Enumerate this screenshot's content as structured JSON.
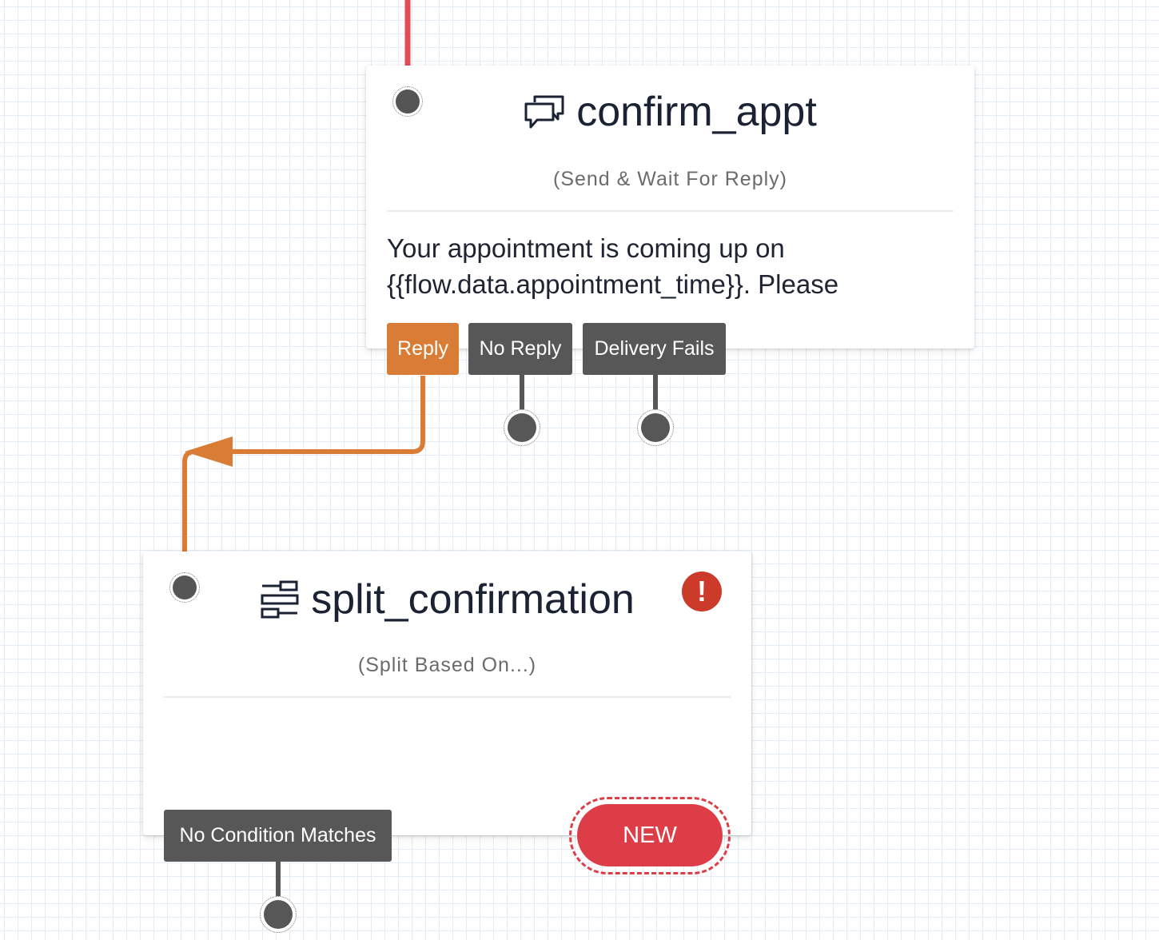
{
  "canvas": {
    "nodes": [
      {
        "title": "confirm_appt",
        "icon": "chat-bubbles-icon",
        "type_label": "(Send & Wait For Reply)",
        "body_line1": "Your appointment is coming up on",
        "body_line2": "{{flow.data.appointment_time}}. Please",
        "exits": [
          "Reply",
          "No Reply",
          "Delivery Fails"
        ]
      },
      {
        "title": "split_confirmation",
        "icon": "split-icon",
        "type_label": "(Split Based On...)",
        "error_badge": "!",
        "exits": [
          "No Condition Matches"
        ],
        "new_label": "NEW"
      }
    ]
  },
  "colors": {
    "incoming_wire": "#e34b55",
    "reply_wire": "#d97c35",
    "exit_gray": "#575757",
    "error": "#cc3b2a",
    "new_button": "#dd3d47"
  }
}
